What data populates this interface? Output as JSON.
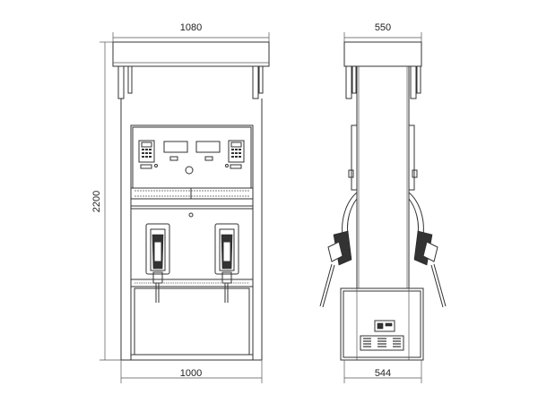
{
  "front_view": {
    "width_top": "1080",
    "height": "2200",
    "width_base": "1000"
  },
  "side_view": {
    "width_top": "550",
    "width_base": "544"
  }
}
